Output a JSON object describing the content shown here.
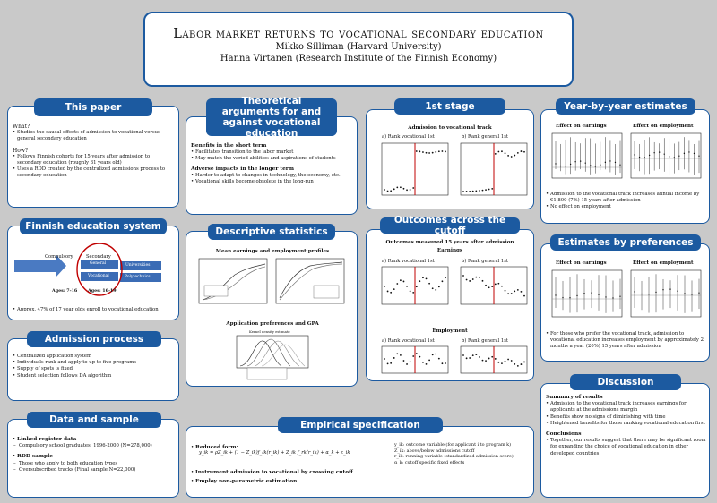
{
  "header": {
    "title": "Labor market returns to vocational secondary education",
    "author1": "Mikko Silliman (Harvard University)",
    "author2": "Hanna Virtanen (Research Institute of the Finnish Economy)"
  },
  "this_paper": {
    "heading": "This paper",
    "what_label": "What?",
    "what_text": "Studies the causal effects of admission to vocational versus general secondary education",
    "how_label": "How?",
    "how_items": [
      "Follows Finnish cohorts for 15 years after admission to secondary education (roughly 31 years old)",
      "Uses a RDD created by the centralized admissions process to secondary education"
    ]
  },
  "finnish": {
    "heading": "Finnish education system",
    "compulsory": "Compulsory",
    "secondary": "Secondary",
    "general": "General",
    "vocational": "Vocational",
    "universities": "Universities",
    "polytechnics": "Polytechnics",
    "ages1": "Ages: 7-16",
    "ages2": "Ages: 16-19",
    "note": "Approx. 47% of 17 year olds enroll to vocational education"
  },
  "admission": {
    "heading": "Admission process",
    "items": [
      "Centralized application system",
      "Individuals rank and apply to up to five programs",
      "Supply of spots is fixed",
      "Student selection follows DA algorithm"
    ]
  },
  "data_sample": {
    "heading": "Data and sample",
    "linked_label": "Linked register data",
    "linked_sub": "Compulsory school graduates, 1996-2000 (N=278,000)",
    "rdd_label": "RDD sample",
    "rdd_sub1": "Those who apply to both education types",
    "rdd_sub2": "Oversubscribed tracks (Final sample N=22,000)"
  },
  "theory": {
    "heading": "Theoretical arguments for and against vocational education",
    "short_label": "Benefits in the short term",
    "short_items": [
      "Facilitates transition to the labor market",
      "May match the varied abilities and aspirations of students"
    ],
    "long_label": "Adverse impacts in the longer term",
    "long_items": [
      "Harder to adapt to changes in technology, the economy, etc.",
      "Vocational skills become obsolete in the long-run"
    ]
  },
  "descriptive": {
    "heading": "Descriptive statistics",
    "fig1_title": "Mean earnings and employment profiles",
    "fig2_title": "Application preferences and GPA",
    "fig2_sub": "Kernel density estimate"
  },
  "first_stage": {
    "heading": "1st stage",
    "subtitle": "Admission to vocational track",
    "panel_a": "a) Rank vocational 1st",
    "panel_b": "b) Rank general 1st"
  },
  "outcomes": {
    "heading": "Outcomes across the cutoff",
    "subtitle": "Outcomes measured 15 years after admission",
    "earnings": "Earnings",
    "employment": "Employment",
    "panel_a": "a) Rank vocational 1st",
    "panel_b": "b) Rank general 1st"
  },
  "empirical": {
    "heading": "Empirical specification",
    "reduced_label": "Reduced form:",
    "equation": "y_ik = ρZ_ik + (1 − Z_ik)f_ℓk(r_ik) + Z_ik f_rk(r_ik) + α_k + ε_ik",
    "defs": [
      "y_ik: outcome variable (for applicant i to program k)",
      "Z_ik: above/below admissions cutoff",
      "r_ik: running variable (standardized admission score)",
      "α_k: cutoff specific fixed effects"
    ],
    "instrument": "Instrument admission to vocational by crossing cutoff",
    "nonparam": "Employ non-parametric estimation"
  },
  "yby": {
    "heading": "Year-by-year estimates",
    "col1": "Effect on earnings",
    "col2": "Effect on employment",
    "items": [
      "Admission to the vocational track increases annual income by €1,800 (7%) 15 years after admission",
      "No effect on employment"
    ]
  },
  "prefs": {
    "heading": "Estimates by preferences",
    "col1": "Effect on earnings",
    "col2": "Effect on employment",
    "items": [
      "For those who prefer the vocational track, admission to vocational education increases employment by approximately 2 months a year (20%) 15 years after admission"
    ]
  },
  "discussion": {
    "heading": "Discussion",
    "summary_label": "Summary of results",
    "summary_items": [
      "Admission to the vocational track increases earnings for applicants at the admissions margin",
      "Benefits show no signs of diminishing with time",
      "Heightened benefits for those ranking vocational education first"
    ],
    "concl_label": "Conclusions",
    "concl_items": [
      "Together, our results suggest that there may be significant room for expanding the choice of vocational education in other developed countries"
    ]
  },
  "colors": {
    "accent": "#1c5aa0",
    "cutoff": "#c00000",
    "background": "#c9c9c9"
  }
}
